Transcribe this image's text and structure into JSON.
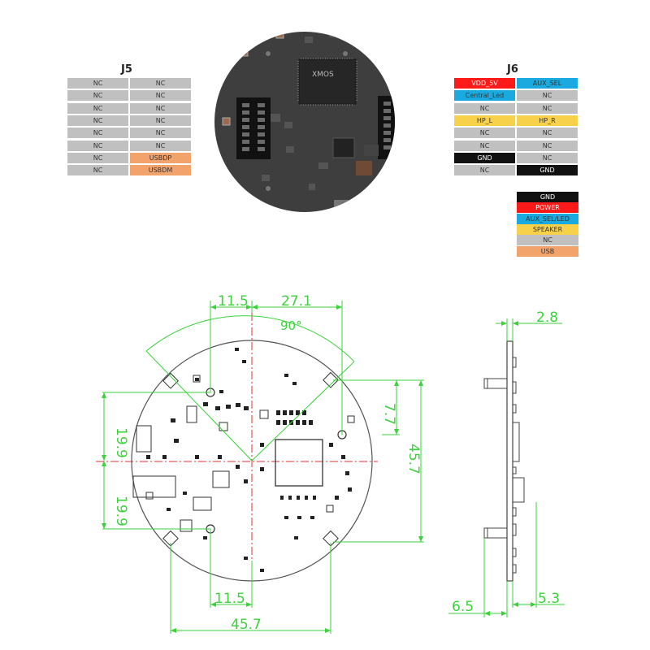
{
  "colors": {
    "gnd": "#111111",
    "power": "#ff1a1a",
    "aux_sel_led": "#1aaae0",
    "speaker": "#f7d14a",
    "nc": "#c0c0c0",
    "usb": "#f2a26b",
    "dimension": "#3bd23b",
    "outline": "#555555",
    "centerline": "#e53030"
  },
  "board": {
    "logo": "XMOS"
  },
  "j5": {
    "title": "J5",
    "rows": [
      [
        {
          "label": "NC",
          "kind": "nc"
        },
        {
          "label": "NC",
          "kind": "nc"
        }
      ],
      [
        {
          "label": "NC",
          "kind": "nc"
        },
        {
          "label": "NC",
          "kind": "nc"
        }
      ],
      [
        {
          "label": "NC",
          "kind": "nc"
        },
        {
          "label": "NC",
          "kind": "nc"
        }
      ],
      [
        {
          "label": "NC",
          "kind": "nc"
        },
        {
          "label": "NC",
          "kind": "nc"
        }
      ],
      [
        {
          "label": "NC",
          "kind": "nc"
        },
        {
          "label": "NC",
          "kind": "nc"
        }
      ],
      [
        {
          "label": "NC",
          "kind": "nc"
        },
        {
          "label": "NC",
          "kind": "nc"
        }
      ],
      [
        {
          "label": "NC",
          "kind": "nc"
        },
        {
          "label": "USBDP",
          "kind": "usb"
        }
      ],
      [
        {
          "label": "NC",
          "kind": "nc"
        },
        {
          "label": "USBDM",
          "kind": "usb"
        }
      ]
    ]
  },
  "j6": {
    "title": "J6",
    "rows": [
      [
        {
          "label": "VDD_5V",
          "kind": "power"
        },
        {
          "label": "AUX_SEL",
          "kind": "aux_sel_led"
        }
      ],
      [
        {
          "label": "Central_Led",
          "kind": "aux_sel_led"
        },
        {
          "label": "NC",
          "kind": "nc"
        }
      ],
      [
        {
          "label": "NC",
          "kind": "nc"
        },
        {
          "label": "NC",
          "kind": "nc"
        }
      ],
      [
        {
          "label": "HP_L",
          "kind": "speaker"
        },
        {
          "label": "HP_R",
          "kind": "speaker"
        }
      ],
      [
        {
          "label": "NC",
          "kind": "nc"
        },
        {
          "label": "NC",
          "kind": "nc"
        }
      ],
      [
        {
          "label": "NC",
          "kind": "nc"
        },
        {
          "label": "NC",
          "kind": "nc"
        }
      ],
      [
        {
          "label": "GND",
          "kind": "gnd"
        },
        {
          "label": "NC",
          "kind": "nc"
        }
      ],
      [
        {
          "label": "NC",
          "kind": "nc"
        },
        {
          "label": "GND",
          "kind": "gnd"
        }
      ]
    ]
  },
  "legend": [
    {
      "label": "GND",
      "kind": "gnd"
    },
    {
      "label": "POWER",
      "kind": "power"
    },
    {
      "label": "AUX_SEL/LED",
      "kind": "aux_sel_led"
    },
    {
      "label": "SPEAKER",
      "kind": "speaker"
    },
    {
      "label": "NC",
      "kind": "nc"
    },
    {
      "label": "USB",
      "kind": "usb"
    }
  ],
  "dimensions": {
    "top_left": "11.5",
    "top_right": "27.1",
    "angle": "90°",
    "left_upper": "19.9",
    "left_lower": "19.9",
    "right_small": "7.7",
    "right_height": "45.7",
    "bottom_small": "11.5",
    "bottom_width": "45.7",
    "side_thickness": "2.8",
    "side_left": "6.5",
    "side_right": "5.3"
  }
}
